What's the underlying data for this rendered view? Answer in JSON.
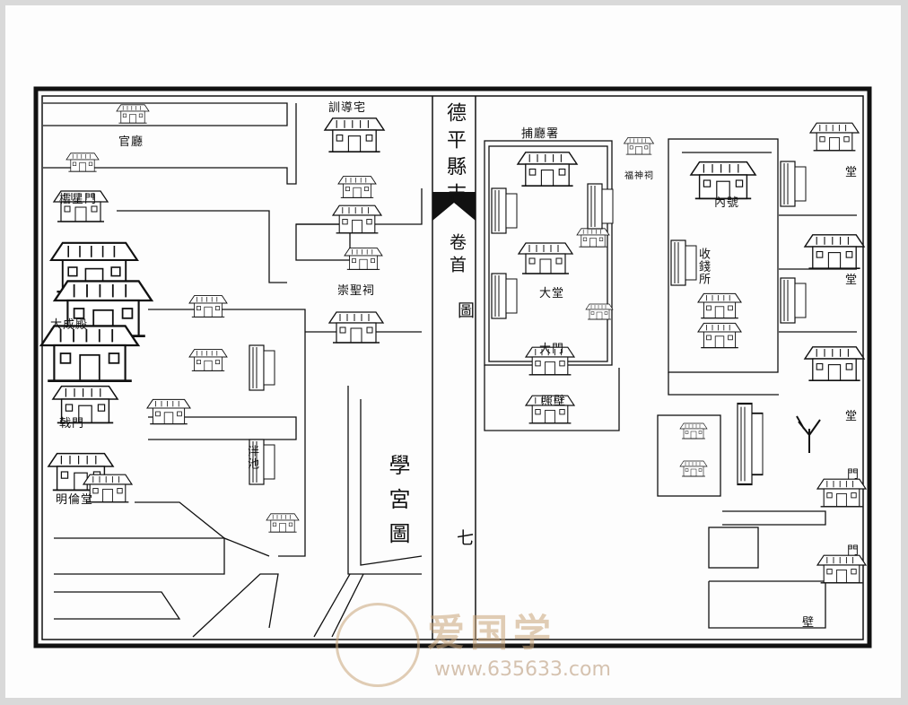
{
  "book": {
    "title": "德平縣志",
    "section": "卷首",
    "category": "圖",
    "page_number": "七"
  },
  "left_page": {
    "map_title": "學宮圖",
    "labels": {
      "guanting": "官廳",
      "xundao": "訓導宅",
      "chongsheng": "崇聖祠",
      "dacheng": "大成殿",
      "ji": "戟門",
      "lingxing": "櫺星門",
      "minglun": "明倫堂",
      "pan": "泮池"
    }
  },
  "right_page": {
    "labels": {
      "buting": "捕廳署",
      "fushen": "福神祠",
      "datang": "大堂",
      "damen": "大門",
      "zhaobi": "照壁",
      "neihao": "內號",
      "shouqian": "收錢所",
      "tang1": "堂",
      "tang2": "堂",
      "tang3": "堂",
      "men1": "門",
      "men2": "門",
      "bi": "壁"
    }
  },
  "watermark": {
    "logo_text": "爱国学",
    "url": "www.635633.com"
  }
}
